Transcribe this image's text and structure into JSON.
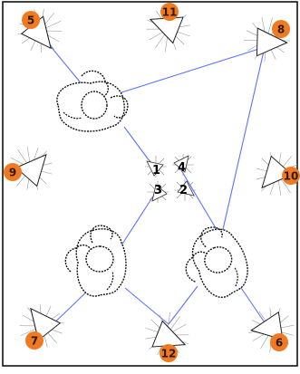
{
  "center_labels": [
    "1",
    "4",
    "3",
    "2"
  ],
  "cameras": [
    "5",
    "11",
    "8",
    "9",
    "10",
    "7",
    "12",
    "6"
  ],
  "colors": {
    "camera_badge": "#f07a22",
    "link_line": "#5b72ff",
    "person_outline": "#111111",
    "frame": "#111111"
  },
  "icons": {
    "camera": "camera-frustum-icon",
    "person": "person-top-view-icon",
    "sensor": "sensor-cross-icon"
  }
}
